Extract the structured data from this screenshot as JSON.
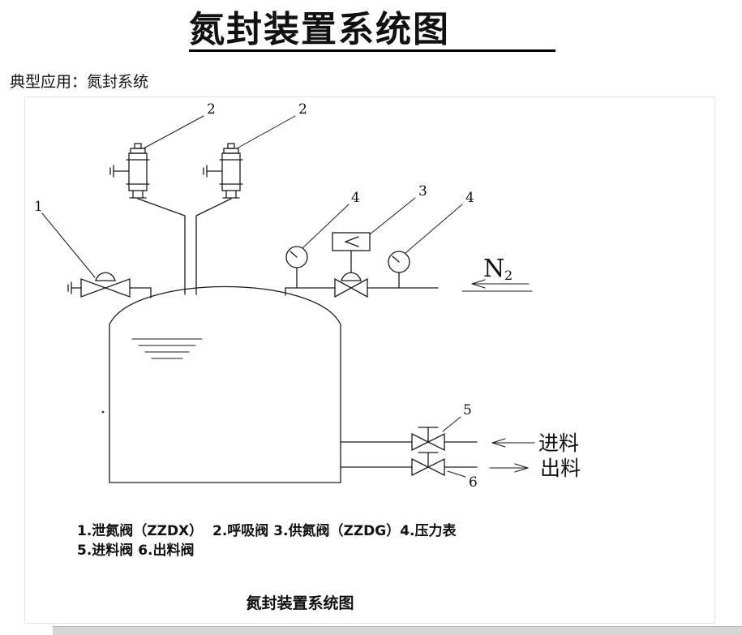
{
  "title": "氮封装置系统图",
  "subtitle": "典型应用：氮封系统",
  "diagram": {
    "callouts": {
      "c1": "1",
      "c2a": "2",
      "c2b": "2",
      "c3": "3",
      "c4a": "4",
      "c4b": "4",
      "c5": "5",
      "c6": "6"
    },
    "n2_symbol": "N",
    "n2_sub": "2",
    "inlet_label": "进料",
    "outlet_label": "出料",
    "legend_line1": "1.泄氮阀（ZZDX）  2.呼吸阀 3.供氮阀（ZZDG）4.压力表",
    "legend_line2": "5.进料阀 6.出料阀",
    "caption": "氮封装置系统图"
  },
  "colors": {
    "ink": "#1a1a1a",
    "scrollbar": "#d6d6d6"
  }
}
